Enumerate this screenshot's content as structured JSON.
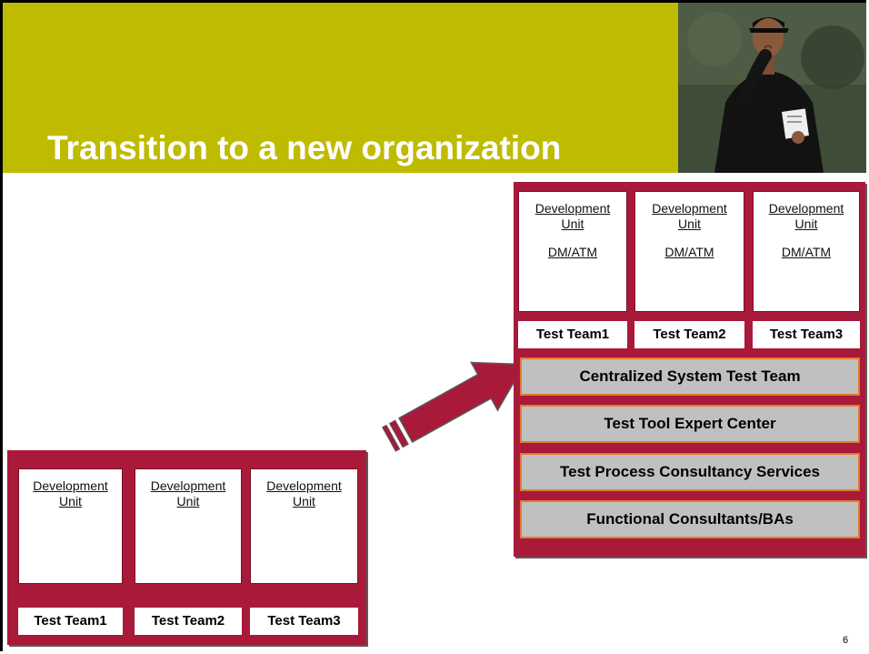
{
  "slide": {
    "title": "Transition to a new organization",
    "page_number": "6"
  },
  "before": {
    "dev_units": [
      {
        "line1": "Development",
        "line2": "Unit"
      },
      {
        "line1": "Development",
        "line2": "Unit"
      },
      {
        "line1": "Development",
        "line2": "Unit"
      }
    ],
    "test_teams": [
      "Test Team1",
      "Test Team2",
      "Test Team3"
    ]
  },
  "after": {
    "dev_units": [
      {
        "line1": "Development",
        "line2": "Unit",
        "sub": "DM/ATM"
      },
      {
        "line1": "Development",
        "line2": "Unit",
        "sub": "DM/ATM"
      },
      {
        "line1": "Development",
        "line2": "Unit",
        "sub": "DM/ATM"
      }
    ],
    "test_teams": [
      "Test Team1",
      "Test Team2",
      "Test Team3"
    ],
    "shared_services": [
      "Centralized System Test Team",
      "Test Tool Expert Center",
      "Test Process Consultancy Services",
      "Functional Consultants/BAs"
    ]
  },
  "colors": {
    "header_olive": "#bfbb00",
    "panel_maroon": "#a9193a",
    "service_gray": "#c0c0c0",
    "service_border_orange": "#e07b2e"
  },
  "icons": {
    "arrow": "transition-arrow-icon",
    "photo": "golfer-photo"
  }
}
